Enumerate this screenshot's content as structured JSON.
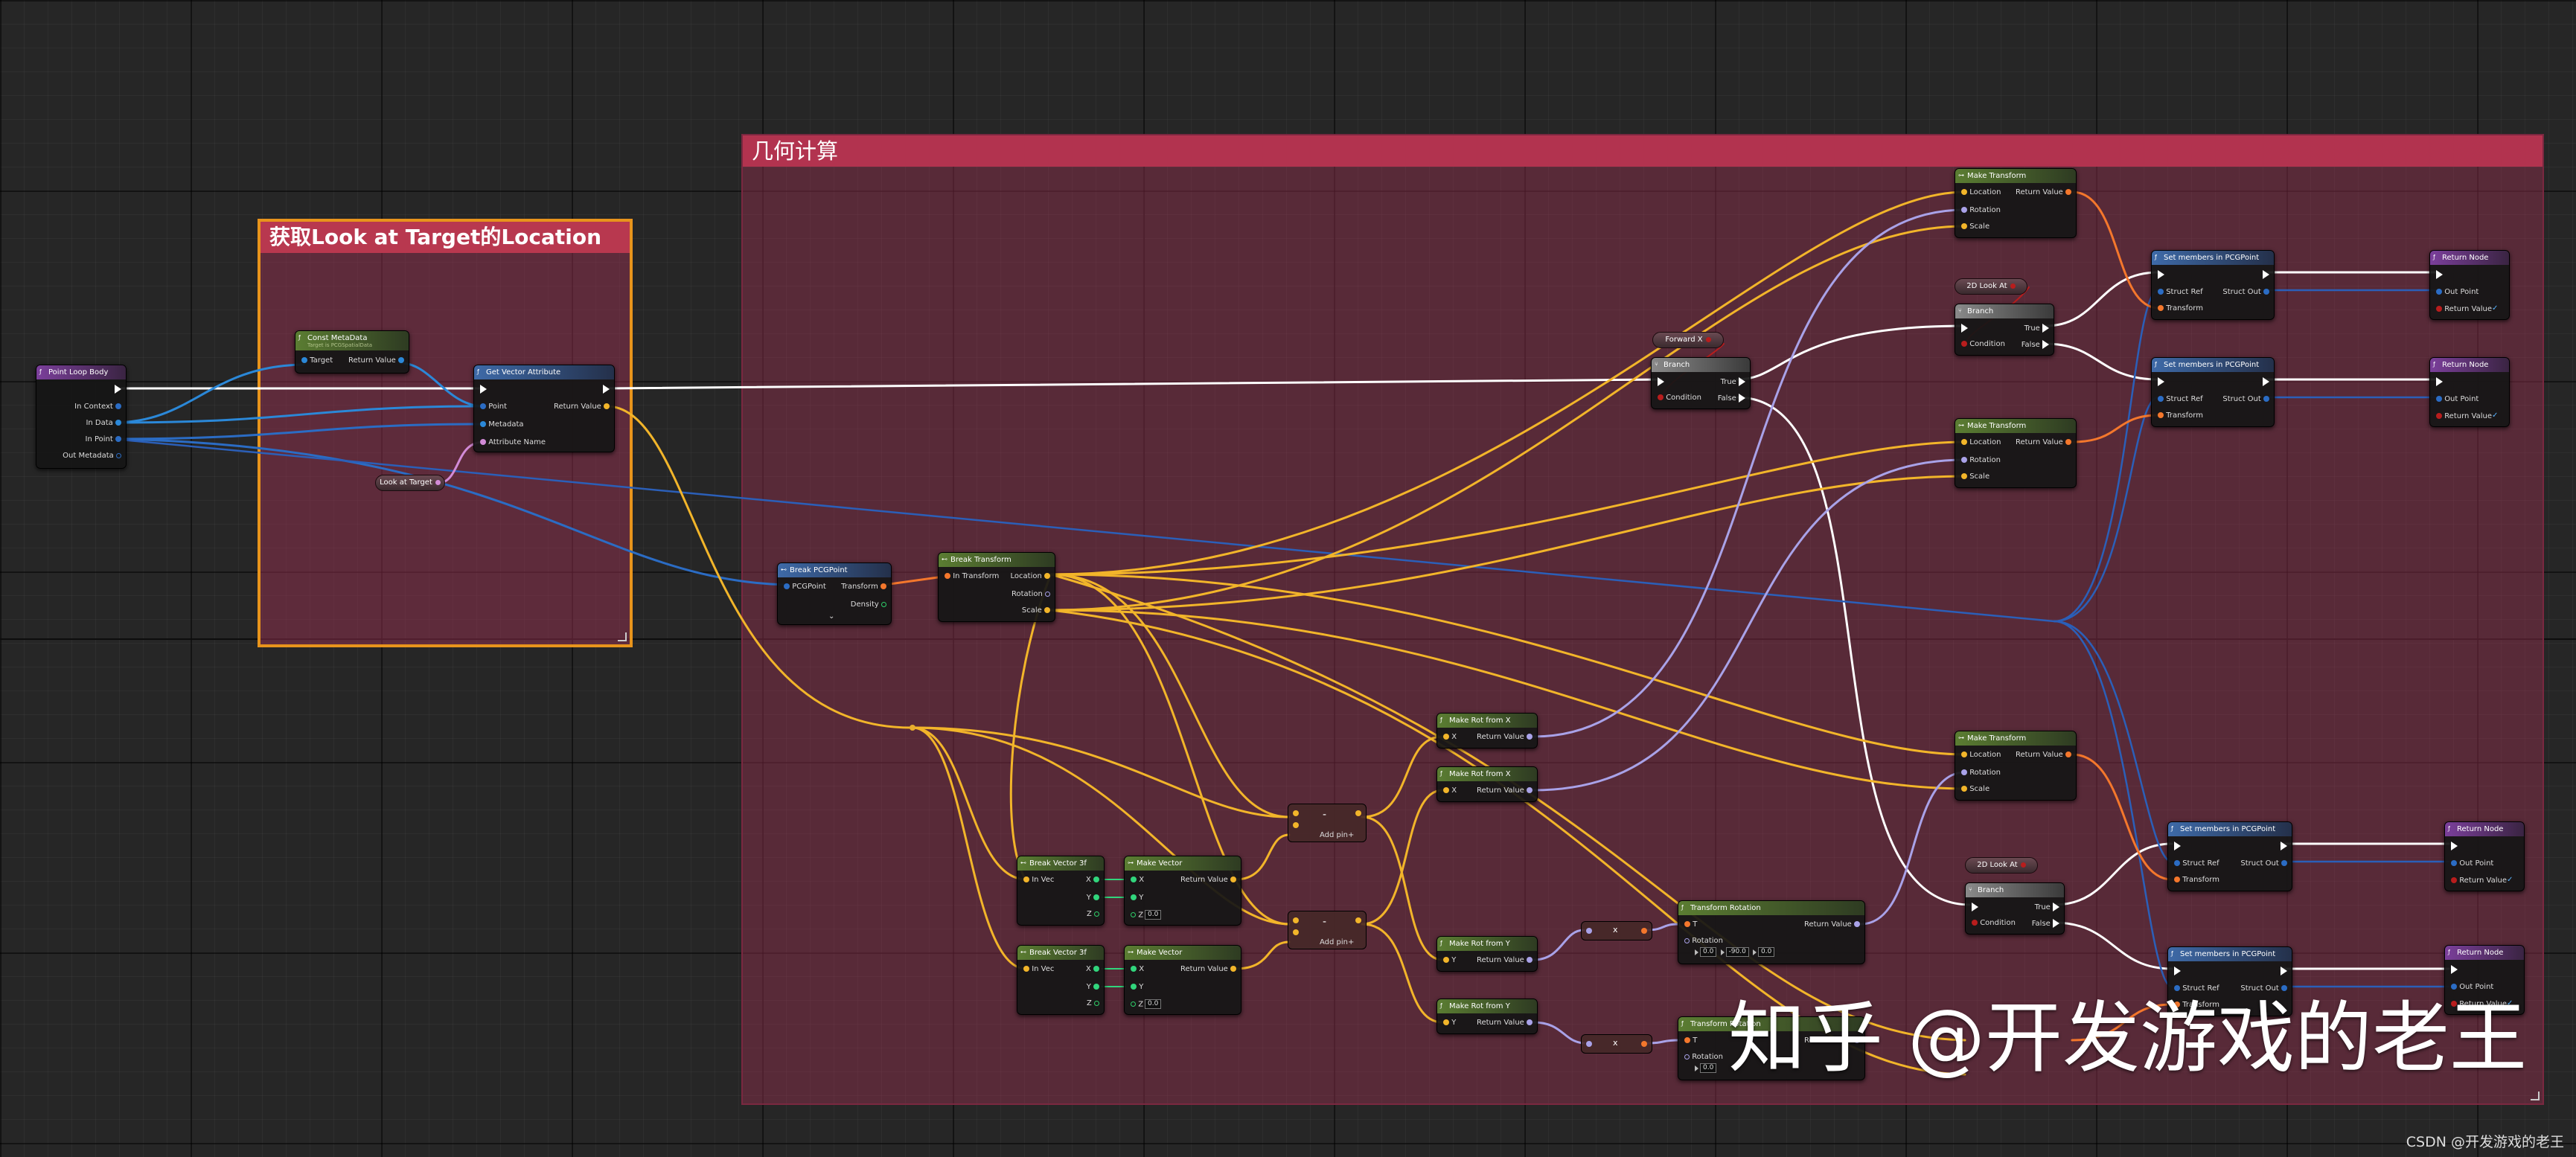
{
  "comments": {
    "geometry": "几何计算",
    "lookat": "获取Look at Target的Location"
  },
  "watermark": "知乎 @开发游戏的老王",
  "credit": "CSDN @开发游戏的老王",
  "colors": {
    "exec": "#ffffff",
    "vector": "#f2b52a",
    "struct_blue": "#2b6cc4",
    "rotator": "#a9a2e8",
    "transform": "#f4772c",
    "float": "#31d57c",
    "bool": "#b81d1d",
    "name": "#d28bd7"
  },
  "nodes": {
    "point_loop_body": {
      "title": "Point Loop Body",
      "pins": [
        "In Context",
        "In Data",
        "In Point",
        "Out Metadata"
      ]
    },
    "get_metadata": {
      "title": "Const MetaData",
      "subtitle": "Target is PCGSpatialData",
      "pins": [
        "Target",
        "Return Value"
      ]
    },
    "get_vector_attribute": {
      "title": "Get Vector Attribute",
      "pins": [
        "Point",
        "Return Value",
        "Metadata",
        "Attribute Name"
      ]
    },
    "look_at_target": {
      "title": "Look at Target"
    },
    "break_pcgpoint": {
      "title": "Break PCGPoint",
      "pins": [
        "PCGPoint",
        "Transform",
        "Density"
      ],
      "expand": "⌄"
    },
    "break_transform": {
      "title": "Break Transform",
      "pins": [
        "In Transform",
        "Location",
        "Rotation",
        "Scale"
      ]
    },
    "forward_x": {
      "title": "Forward X"
    },
    "branch_1": {
      "title": "Branch",
      "pins": [
        "Condition",
        "True",
        "False"
      ]
    },
    "look_2d_1": {
      "title": "2D Look At"
    },
    "branch_2": {
      "title": "Branch",
      "pins": [
        "Condition",
        "True",
        "False"
      ]
    },
    "make_transform_1": {
      "title": "Make Transform",
      "pins": [
        "Location",
        "Return Value",
        "Rotation",
        "Scale"
      ]
    },
    "make_transform_2": {
      "title": "Make Transform",
      "pins": [
        "Location",
        "Return Value",
        "Rotation",
        "Scale"
      ]
    },
    "make_transform_3": {
      "title": "Make Transform",
      "pins": [
        "Location",
        "Return Value",
        "Rotation",
        "Scale"
      ]
    },
    "set_members_1": {
      "title": "Set members in PCGPoint",
      "pins": [
        "Struct Ref",
        "Struct Out",
        "Transform"
      ]
    },
    "set_members_2": {
      "title": "Set members in PCGPoint",
      "pins": [
        "Struct Ref",
        "Struct Out",
        "Transform"
      ]
    },
    "set_members_3": {
      "title": "Set members in PCGPoint",
      "pins": [
        "Struct Ref",
        "Struct Out",
        "Transform"
      ]
    },
    "set_members_4": {
      "title": "Set members in PCGPoint",
      "pins": [
        "Struct Ref",
        "Struct Out",
        "Transform"
      ]
    },
    "return_1": {
      "title": "Return Node",
      "pins": [
        "Out Point",
        "Return Value"
      ]
    },
    "return_2": {
      "title": "Return Node",
      "pins": [
        "Out Point",
        "Return Value"
      ]
    },
    "return_3": {
      "title": "Return Node",
      "pins": [
        "Out Point",
        "Return Value"
      ]
    },
    "return_4": {
      "title": "Return Node",
      "pins": [
        "Out Point",
        "Return Value"
      ]
    },
    "make_rot_x_1": {
      "title": "Make Rot from X",
      "pins": [
        "X",
        "Return Value"
      ]
    },
    "make_rot_x_2": {
      "title": "Make Rot from X",
      "pins": [
        "X",
        "Return Value"
      ]
    },
    "make_rot_y_1": {
      "title": "Make Rot from Y",
      "pins": [
        "Y",
        "Return Value"
      ]
    },
    "make_rot_y_2": {
      "title": "Make Rot from Y",
      "pins": [
        "Y",
        "Return Value"
      ]
    },
    "break_vector_1": {
      "title": "Break Vector 3f",
      "pins": [
        "In Vec",
        "X",
        "Y",
        "Z"
      ]
    },
    "break_vector_2": {
      "title": "Break Vector 3f",
      "pins": [
        "In Vec",
        "X",
        "Y",
        "Z"
      ]
    },
    "make_vector_1": {
      "title": "Make Vector",
      "pins": [
        "X",
        "Return Value",
        "Y",
        "Z"
      ],
      "z_value": "0.0"
    },
    "make_vector_2": {
      "title": "Make Vector",
      "pins": [
        "X",
        "Return Value",
        "Y",
        "Z"
      ],
      "z_value": "0.0"
    },
    "subtract_1": {
      "symbol": "-",
      "add_pin": "Add pin"
    },
    "subtract_2": {
      "symbol": "-",
      "add_pin": "Add pin"
    },
    "multiply_1": {
      "symbol": "x"
    },
    "multiply_2": {
      "symbol": "x"
    },
    "transform_rotation_1": {
      "title": "Transform Rotation",
      "pins": [
        "T",
        "Return Value",
        "Rotation"
      ],
      "values": [
        "0.0",
        "-90.0",
        "0.0"
      ]
    },
    "transform_rotation_2": {
      "title": "Transform Rotation",
      "pins": [
        "T",
        "Return Value",
        "Rotation"
      ],
      "values": [
        "0.0"
      ]
    },
    "look_2d_2": {
      "title": "2D Look At"
    },
    "branch_3": {
      "title": "Branch",
      "pins": [
        "Condition",
        "True",
        "False"
      ]
    }
  }
}
